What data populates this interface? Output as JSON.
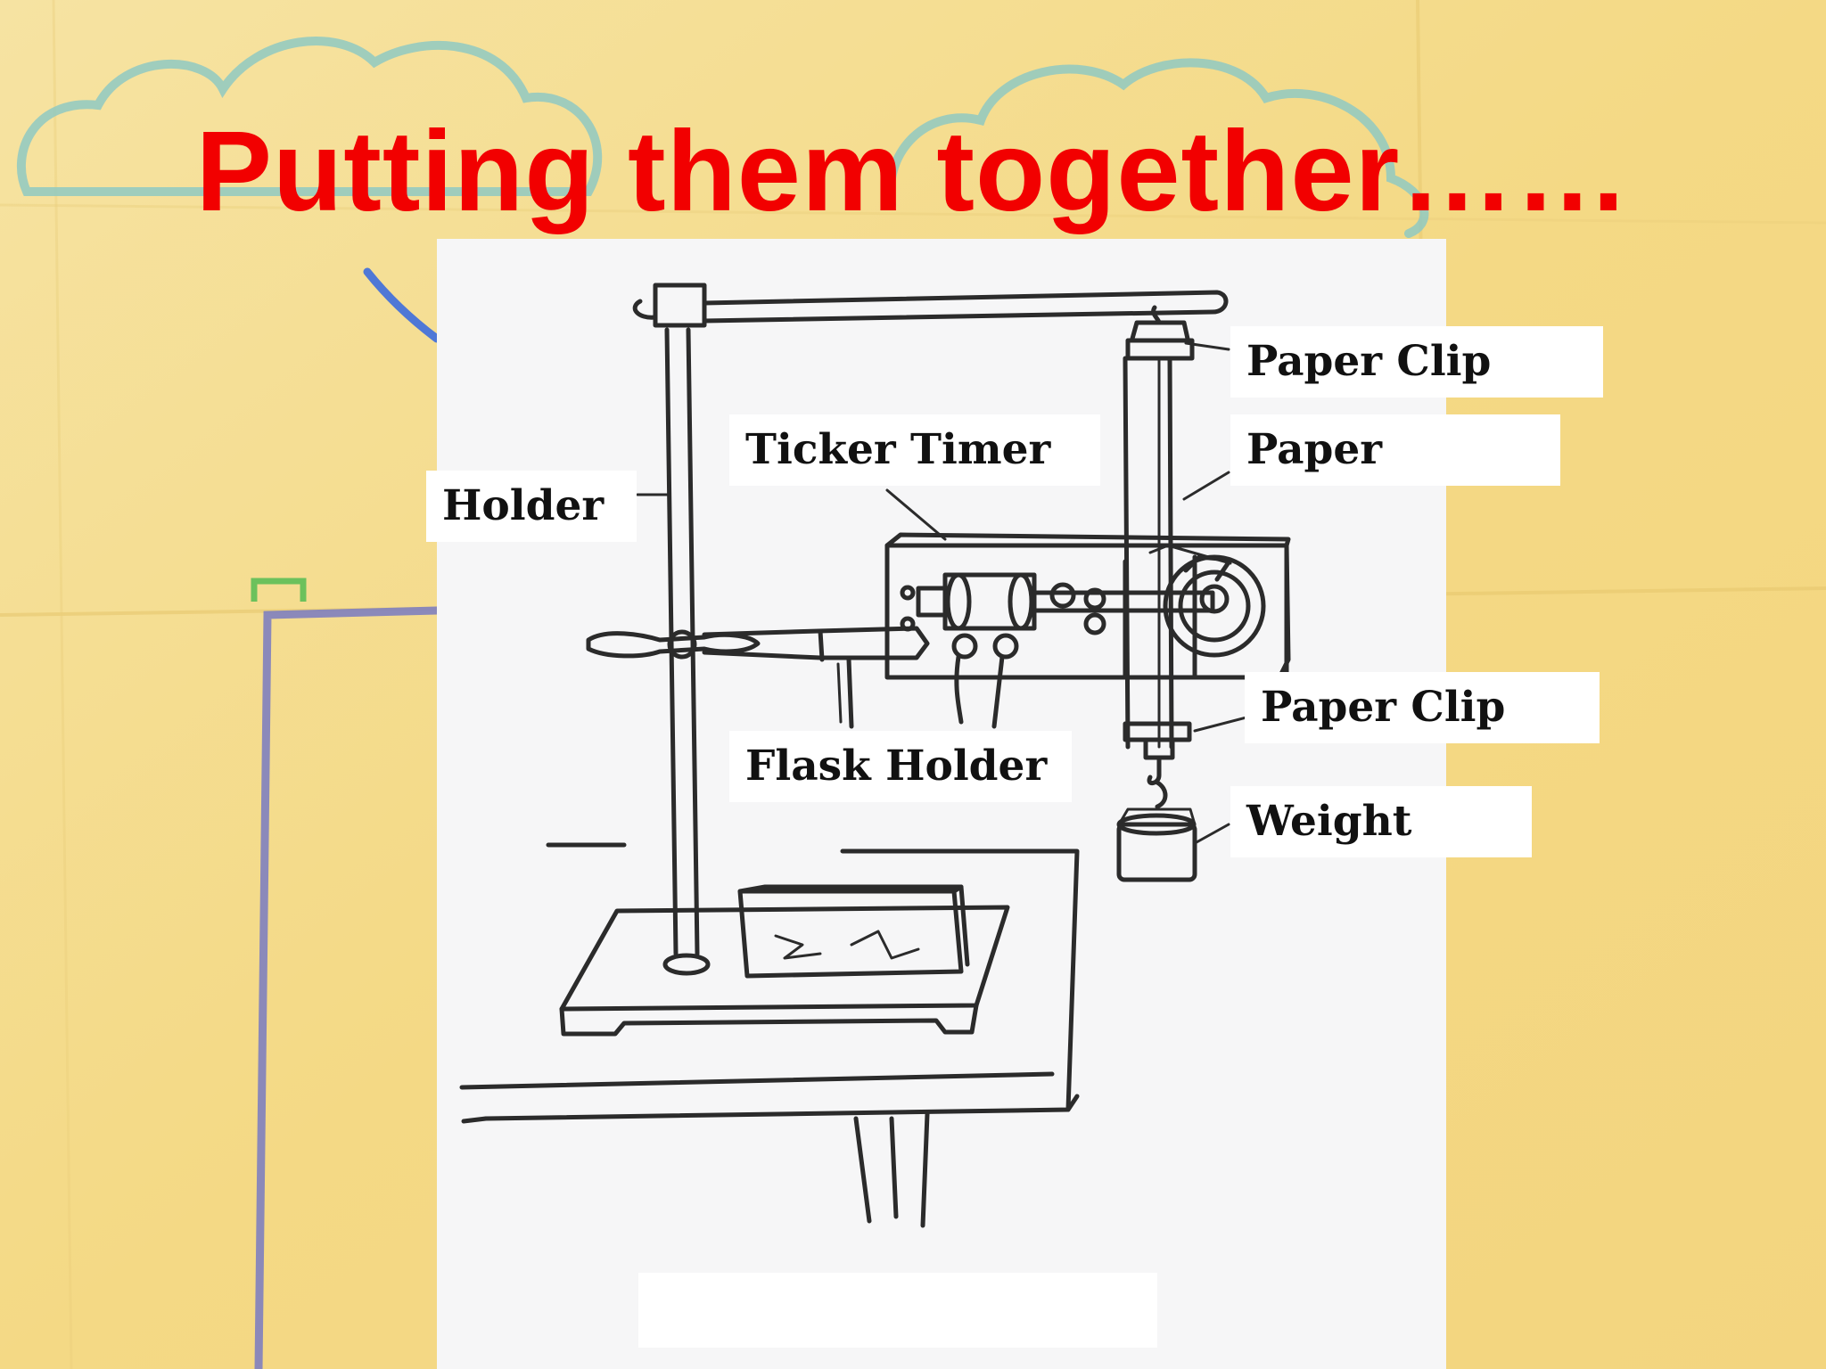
{
  "title": "Putting them together……",
  "labels": {
    "holder": "Holder",
    "ticker_timer": "Ticker Timer",
    "paper_clip_top": "Paper Clip",
    "paper": "Paper",
    "paper_clip_bottom": "Paper Clip",
    "flask_holder": "Flask Holder",
    "weight": "Weight"
  },
  "colors": {
    "title": "#f20000",
    "background": "#f7df93",
    "crayon_cloud": "#8fc9c2",
    "crayon_frame": "#7f7fbf"
  }
}
